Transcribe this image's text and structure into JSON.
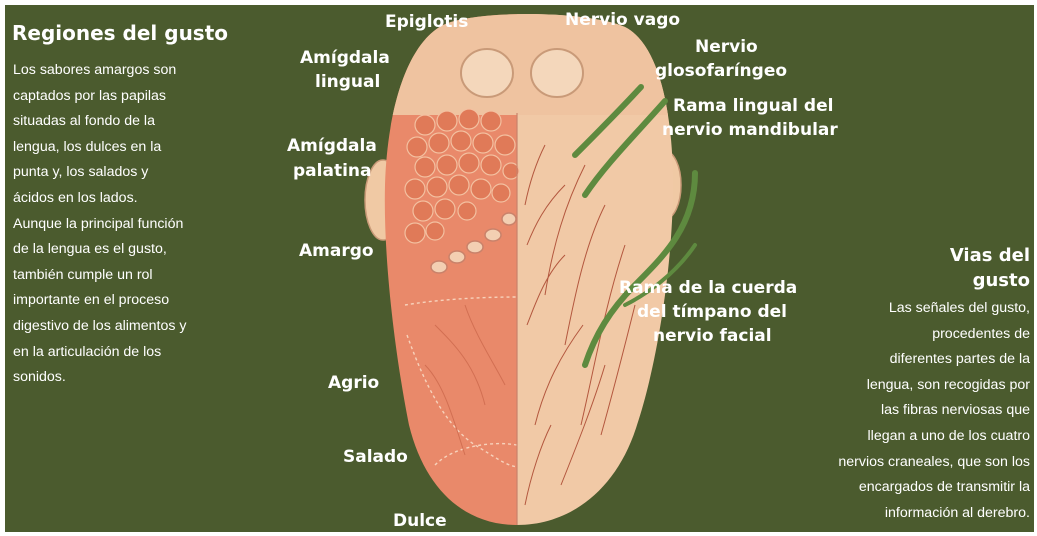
{
  "left": {
    "title": "Regiones del gusto",
    "lines": [
      "Los sabores amargos son",
      "captados por las papilas",
      "situadas al fondo de la",
      "lengua, los dulces en la",
      "punta y, los salados y",
      "ácidos en los lados.",
      "Aunque la principal función",
      "de la lengua es el gusto,",
      "también cumple un rol",
      "importante en el proceso",
      "digestivo de los alimentos y",
      "en la articulación de los",
      "sonidos."
    ]
  },
  "right": {
    "title_line1": "Vias del",
    "title_line2": "gusto",
    "lines": [
      "Las señales del gusto,",
      "procedentes de",
      "diferentes partes de la",
      "lengua, son recogidas por",
      "las fibras nerviosas que",
      "llegan a uno de los cuatro",
      "nervios craneales, que son los",
      "encargados de transmitir la",
      "información al derebro."
    ]
  },
  "labels": {
    "epiglotis": "Epiglotis",
    "nervio_vago": "Nervio vago",
    "glosofaringeo_1": "Nervio",
    "glosofaringeo_2": "glosofaríngeo",
    "amig_lingual_1": "Amígdala",
    "amig_lingual_2": "lingual",
    "rama_lingual_1": "Rama lingual del",
    "rama_lingual_2": "nervio mandibular",
    "amig_palatina_1": "Amígdala",
    "amig_palatina_2": "palatina",
    "amargo": "Amargo",
    "cuerda_1": "Rama de la cuerda",
    "cuerda_2": "del tímpano del",
    "cuerda_3": "nervio facial",
    "agrio": "Agrio",
    "salado": "Salado",
    "dulce": "Dulce"
  },
  "colors": {
    "background": "#4b5b2e",
    "tongue_left": "#e9896a",
    "tongue_right": "#f1c9a6",
    "nerve": "#5e8a3f"
  }
}
